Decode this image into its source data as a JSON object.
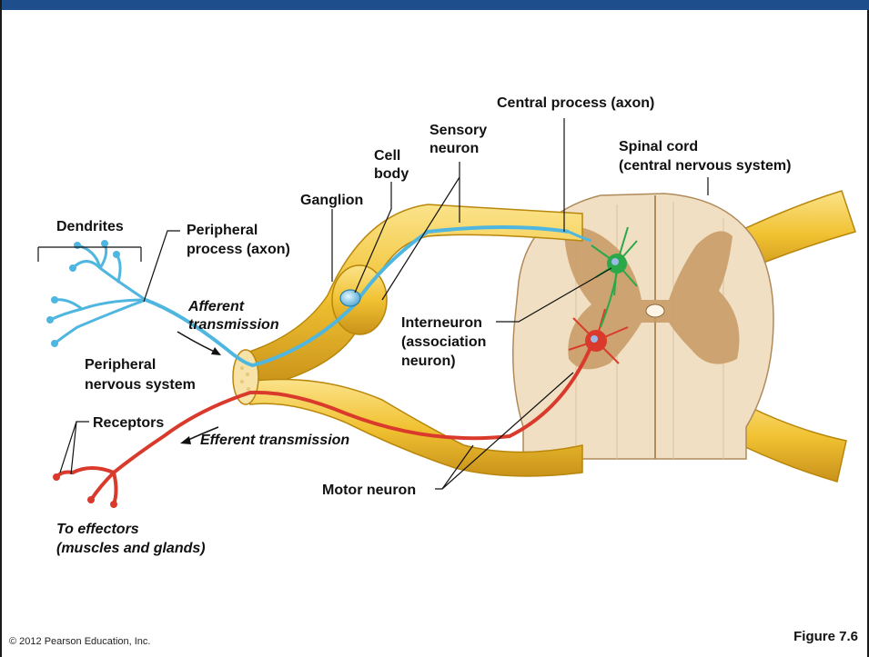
{
  "colors": {
    "header_bar": "#1f4e8c",
    "nerve_yellow": "#f1c232",
    "sensory_blue": "#4fb6e0",
    "motor_red": "#d93a2b",
    "interneuron_green": "#2aa84a",
    "cord_white_matter": "#f1dfc4",
    "cord_gray_matter": "#c79a63"
  },
  "labels": {
    "dendrites": "Dendrites",
    "peripheral_process_1": "Peripheral",
    "peripheral_process_2": "process (axon)",
    "afferent_1": "Afferent",
    "afferent_2": "transmission",
    "pns_1": "Peripheral",
    "pns_2": "nervous system",
    "receptors": "Receptors",
    "efferent": "Efferent transmission",
    "to_effectors_1": "To effectors",
    "to_effectors_2": "(muscles and glands)",
    "ganglion": "Ganglion",
    "cell_body_1": "Cell",
    "cell_body_2": "body",
    "sensory_1": "Sensory",
    "sensory_2": "neuron",
    "central_process": "Central process (axon)",
    "spinal_cord_1": "Spinal cord",
    "spinal_cord_2": "(central nervous system)",
    "interneuron_1": "Interneuron",
    "interneuron_2": "(association",
    "interneuron_3": "neuron)",
    "motor_neuron": "Motor neuron"
  },
  "footer": {
    "copyright": "© 2012 Pearson Education, Inc.",
    "figure": "Figure 7.6"
  }
}
